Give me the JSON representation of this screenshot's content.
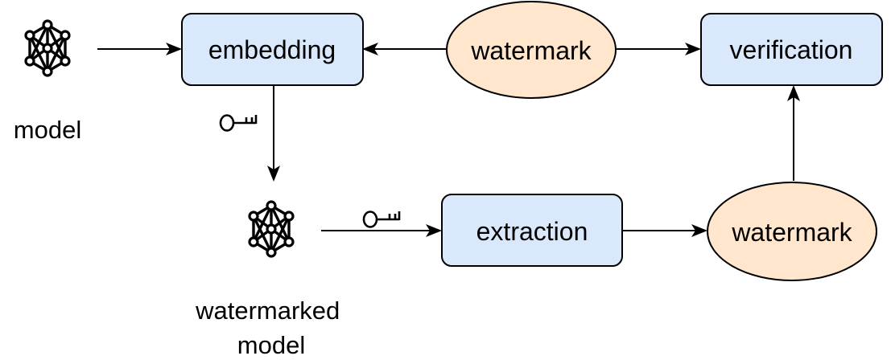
{
  "nodes": {
    "embedding": {
      "label": "embedding"
    },
    "watermark_input": {
      "label": "watermark"
    },
    "verification": {
      "label": "verification"
    },
    "extraction": {
      "label": "extraction"
    },
    "watermark_output": {
      "label": "watermark"
    }
  },
  "captions": {
    "model": "model",
    "watermarked_model": [
      "watermarked",
      "model"
    ]
  },
  "icons": {
    "model": "neural-network-icon",
    "watermarked_model": "neural-network-icon",
    "key": "key-icon"
  },
  "colors": {
    "process_fill": "#dae8fc",
    "watermark_fill": "#ffe6cc",
    "stroke": "#000000"
  }
}
